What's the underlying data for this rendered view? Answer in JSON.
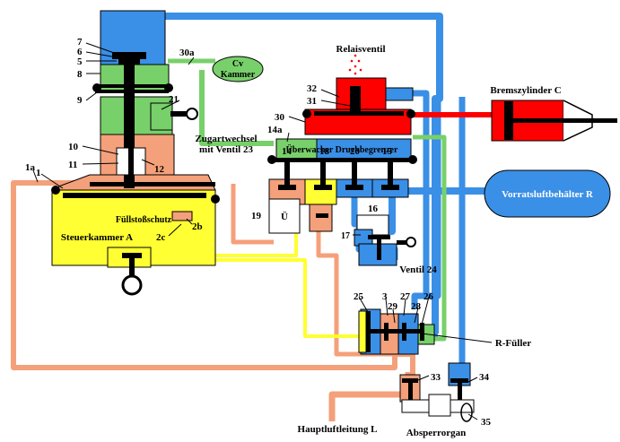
{
  "labels": {
    "relaisventil": "Relaisventil",
    "bremszylinder": "Bremszylinder C",
    "vorratsluftbehaelter": "Vorratsluftbehälter R",
    "cv_kammer_line1": "Cv",
    "cv_kammer_line2": "Kammer",
    "zugartwechsel_line1": "Zugartwechsel",
    "zugartwechsel_line2": "mit Ventil 23",
    "ueberwacher": "Überwacher Druckbegrenzer",
    "fuellstossschutz": "Füllstoßschutz",
    "steuerkammer": "Steuerkammer A",
    "ventil24": "Ventil 24",
    "r_fueller": "R-Füller",
    "hauptluftleitung": "Hauptluftleitung L",
    "absperrorgan": "Absperrorgan",
    "ue": "Ü"
  },
  "numbers": {
    "n7": "7",
    "n6": "6",
    "n5": "5",
    "n8": "8",
    "n9": "9",
    "n21": "21",
    "n30a": "30a",
    "n10": "10",
    "n11": "11",
    "n12": "12",
    "n1a": "1a",
    "n1": "1",
    "n2b": "2b",
    "n2c": "2c",
    "n32": "32",
    "n31": "31",
    "n30": "30",
    "n14a": "14a",
    "n14": "14",
    "n18": "18",
    "n20": "20",
    "n15": "15",
    "n19": "19",
    "n16": "16",
    "n17": "17",
    "n25": "25",
    "n3": "3",
    "n29": "29",
    "n27": "27",
    "n28": "28",
    "n26": "26",
    "n33": "33",
    "n34": "34",
    "n35": "35"
  },
  "colors": {
    "orange": "#f4a07a",
    "blue": "#3a8fe6",
    "green": "#78d06a",
    "yellow": "#ffff33",
    "red": "#ff0000",
    "black": "#000000"
  }
}
